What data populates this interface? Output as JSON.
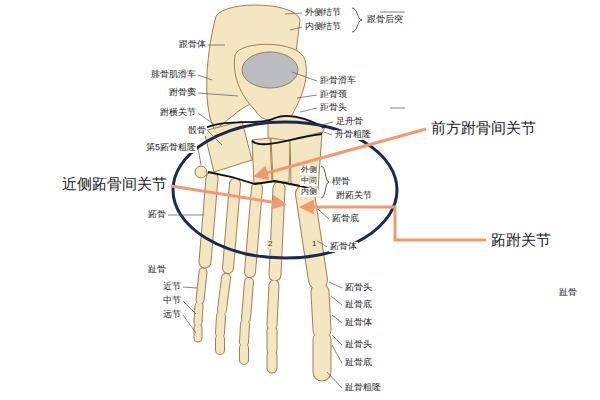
{
  "diagram": {
    "labels": [
      "外侧结节",
      "内侧结节",
      "跟骨后突",
      "跟骨体",
      "距骨滑车",
      "距骨颈",
      "距骨头",
      "腓骨肌滑车",
      "跗骨窦",
      "跗横关节",
      "骰骨",
      "第5跖骨粗隆",
      "足舟骨",
      "舟骨粗隆",
      "外侧",
      "中间",
      "内侧",
      "楔骨",
      "跗跖关节",
      "跖骨底",
      "跖骨体",
      "跖骨",
      "2",
      "1",
      "趾骨",
      "近节",
      "中节",
      "远节",
      "跖骨头",
      "趾骨底",
      "趾骨体",
      "趾骨头",
      "趾骨底",
      "趾骨粗隆",
      "趾骨",
      "前方跗骨间关节",
      "近侧跖骨间关节",
      "跖跗关节"
    ]
  }
}
